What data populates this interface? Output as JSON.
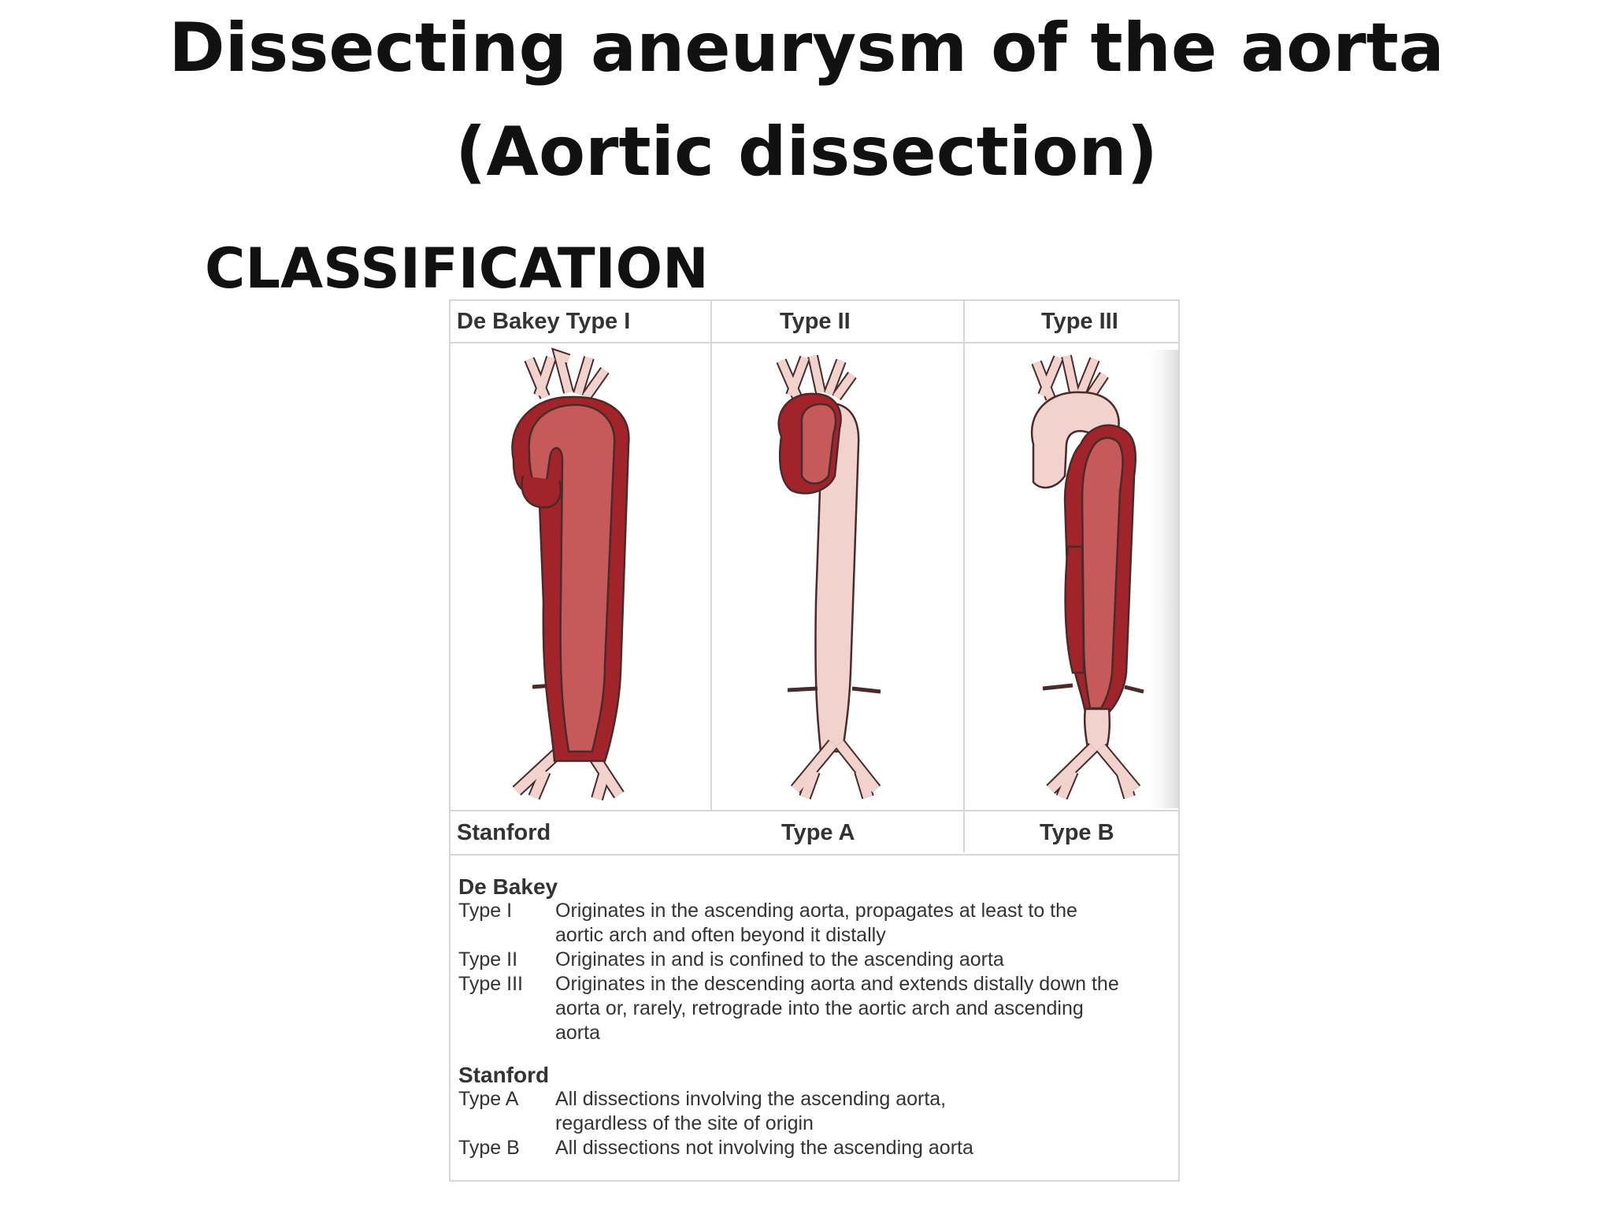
{
  "title": {
    "line1": "Dissecting aneurysm of the aorta",
    "line2": "(Aortic dissection)"
  },
  "subtitle": "CLASSIFICATION",
  "figure": {
    "header": {
      "col1": "De Bakey  Type I",
      "col2": "Type II",
      "col3": "Type III"
    },
    "footer": {
      "col1": "Stanford",
      "col2": "Type A",
      "col3": "Type B"
    },
    "colors": {
      "dissection": "#a0242a",
      "lumen": "#c65a5a",
      "normal_aorta": "#f2d2cc",
      "outline": "#4a2a2a"
    },
    "legend": {
      "debakey_heading": "De Bakey",
      "debakey": [
        {
          "key": "Type I",
          "lines": [
            "Originates in the ascending aorta, propagates at least to the",
            "aortic arch and often beyond it distally"
          ]
        },
        {
          "key": "Type II",
          "lines": [
            "Originates in and is confined to the ascending aorta"
          ]
        },
        {
          "key": "Type III",
          "lines": [
            "Originates in the descending aorta and extends distally down the",
            "aorta or, rarely, retrograde into the aortic arch and ascending",
            "aorta"
          ]
        }
      ],
      "stanford_heading": "Stanford",
      "stanford": [
        {
          "key": "Type A",
          "lines": [
            "All dissections involving the ascending aorta,",
            "regardless of the site of origin"
          ]
        },
        {
          "key": "Type B",
          "lines": [
            "All dissections not involving the ascending aorta"
          ]
        }
      ]
    }
  }
}
